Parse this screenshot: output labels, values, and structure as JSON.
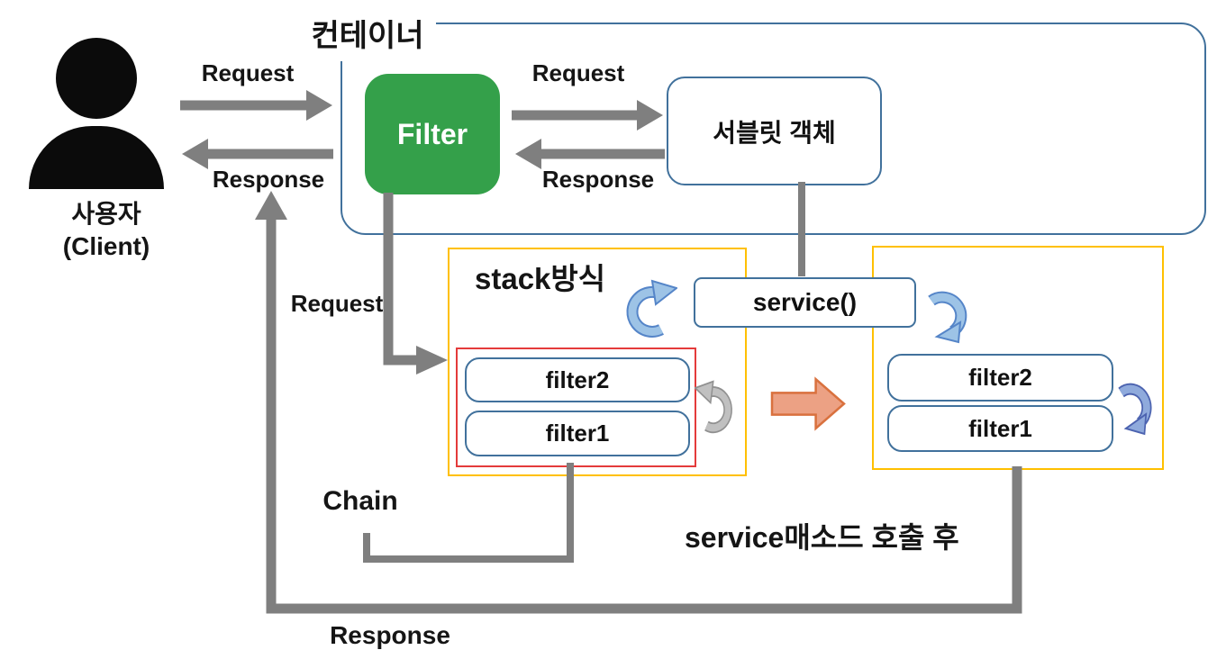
{
  "diagram": {
    "container_label": "컨테이너",
    "user": {
      "line1": "사용자",
      "line2": "(Client)"
    },
    "filter_label": "Filter",
    "servlet_label": "서블릿 객체",
    "request_label": "Request",
    "response_label": "Response",
    "left_stack": {
      "title": "stack방식",
      "filters": [
        "filter2",
        "filter1"
      ]
    },
    "right_stack": {
      "filters": [
        "filter2",
        "filter1"
      ]
    },
    "service_label": "service()",
    "chain_label": "Chain",
    "after_service_label": "service매소드 호출 후"
  },
  "colors": {
    "container_border": "#41719C",
    "box_border_blue": "#41719C",
    "stack_border_yellow": "#FFC000",
    "chain_border_red": "#E43B3B",
    "filter_green": "#34A04A",
    "connector_gray": "#7F7F7F",
    "curved_blue_fill": "#9DC3E6",
    "curved_blue_stroke": "#5585C8",
    "curved_gray_fill": "#C0C0C0",
    "curved_gray_stroke": "#909090",
    "orange_arrow_fill": "#ECA184",
    "orange_arrow_stroke": "#D9713E"
  }
}
